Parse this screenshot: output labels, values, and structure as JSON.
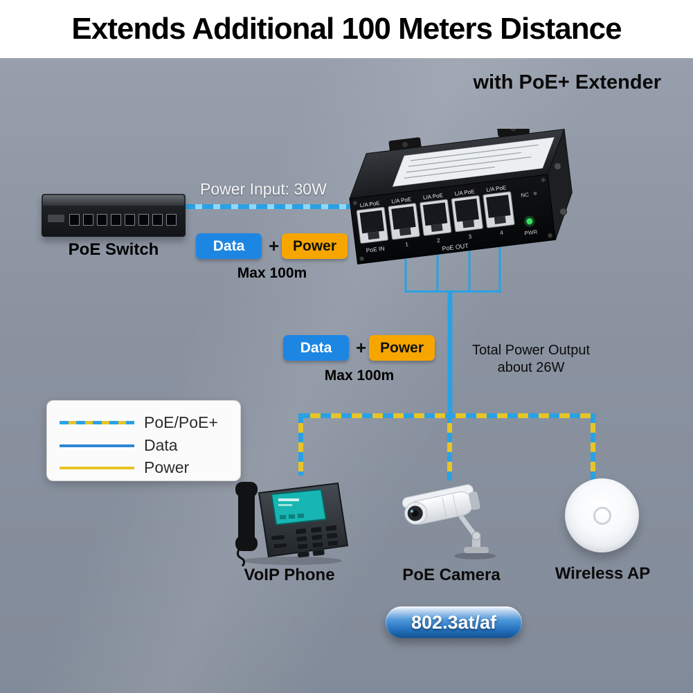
{
  "banner": {
    "title": "Extends Additional 100 Meters Distance",
    "subtitle": "with PoE+ Extender"
  },
  "poe_switch": {
    "label": "PoE Switch"
  },
  "uplink": {
    "power_input": "Power Input: 30W",
    "badges": {
      "data": "Data",
      "plus": "+",
      "power": "Power"
    },
    "max_distance": "Max 100m"
  },
  "downlink": {
    "badges": {
      "data": "Data",
      "plus": "+",
      "power": "Power"
    },
    "max_distance": "Max 100m",
    "total_power_line1": "Total Power Output",
    "total_power_line2": "about 26W"
  },
  "extender": {
    "port_pairs": [
      "L/A PoE",
      "L/A PoE",
      "L/A PoE",
      "L/A PoE",
      "L/A PoE"
    ],
    "poe_in": "PoE IN",
    "poe_out": "PoE OUT",
    "out_numbers": [
      "1",
      "2",
      "3",
      "4"
    ],
    "nc": "NC",
    "pwr": "PWR"
  },
  "legend": {
    "items": [
      {
        "label": "PoE/PoE+"
      },
      {
        "label": "Data"
      },
      {
        "label": "Power"
      }
    ]
  },
  "devices": {
    "voip_phone": "VoIP Phone",
    "poe_camera": "PoE Camera",
    "wireless_ap": "Wireless AP"
  },
  "standard_badge": "802.3at/af",
  "colors": {
    "data_blue": "#1d86e3",
    "power_orange": "#f7a600",
    "line_blue": "#2aa1e4",
    "line_yellow": "#e7c428",
    "background_gray": "#8b93a1"
  }
}
